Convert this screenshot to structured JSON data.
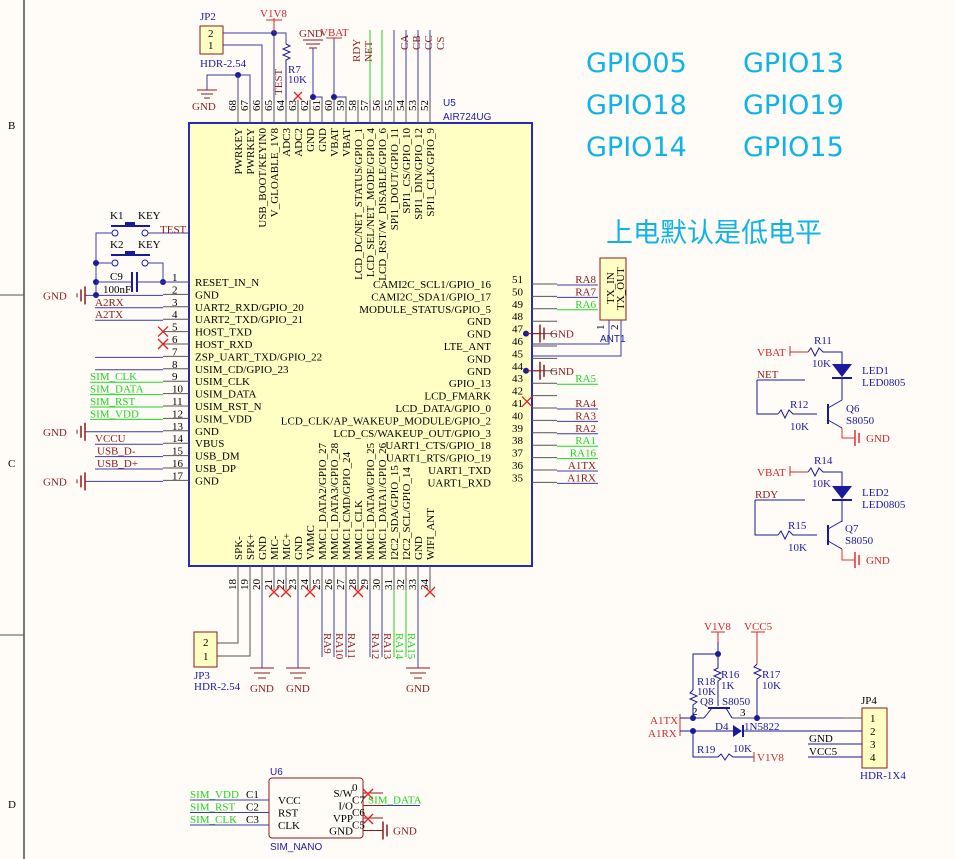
{
  "border": {
    "zones": [
      "B",
      "C",
      "D"
    ]
  },
  "notes": {
    "gpio_lines": [
      [
        "GPIO05",
        "GPIO13"
      ],
      [
        "GPIO18",
        "GPIO19"
      ],
      [
        "GPIO14",
        "GPIO15"
      ]
    ],
    "default_level": "上电默认是低电平"
  },
  "u5": {
    "designator": "U5",
    "part": "AIR724UG",
    "left_pins": [
      {
        "num": "1",
        "name": "RESET_IN_N",
        "net": ""
      },
      {
        "num": "2",
        "name": "GND",
        "net": "GND"
      },
      {
        "num": "3",
        "name": "UART2_RXD/GPIO_20",
        "net": "A2RX"
      },
      {
        "num": "4",
        "name": "UART2_TXD/GPIO_21",
        "net": "A2TX"
      },
      {
        "num": "5",
        "name": "HOST_TXD",
        "net": ""
      },
      {
        "num": "6",
        "name": "HOST_RXD",
        "net": ""
      },
      {
        "num": "7",
        "name": "ZSP_UART_TXD/GPIO_22",
        "net": ""
      },
      {
        "num": "8",
        "name": "USIM_CD/GPIO_23",
        "net": ""
      },
      {
        "num": "9",
        "name": "USIM_CLK",
        "net": "SIM_CLK"
      },
      {
        "num": "10",
        "name": "USIM_DATA",
        "net": "SIM_DATA"
      },
      {
        "num": "11",
        "name": "USIM_RST_N",
        "net": "SIM_RST"
      },
      {
        "num": "12",
        "name": "USIM_VDD",
        "net": "SIM_VDD"
      },
      {
        "num": "13",
        "name": "GND",
        "net": "GND"
      },
      {
        "num": "14",
        "name": "VBUS",
        "net": "VCCU"
      },
      {
        "num": "15",
        "name": "USB_DM",
        "net": "USB_D-"
      },
      {
        "num": "16",
        "name": "USB_DP",
        "net": "USB_D+"
      },
      {
        "num": "17",
        "name": "GND",
        "net": "GND"
      }
    ],
    "right_pins": [
      {
        "num": "51",
        "name": "CAMI2C_SCL1/GPIO_16",
        "net": "RA8"
      },
      {
        "num": "50",
        "name": "CAMI2C_SDA1/GPIO_17",
        "net": "RA7"
      },
      {
        "num": "49",
        "name": "MODULE_STATUS/GPIO_5",
        "net": "RA6"
      },
      {
        "num": "48",
        "name": "GND",
        "net": ""
      },
      {
        "num": "47",
        "name": "GND",
        "net": "GND"
      },
      {
        "num": "46",
        "name": "LTE_ANT",
        "net": ""
      },
      {
        "num": "45",
        "name": "GND",
        "net": ""
      },
      {
        "num": "44",
        "name": "GND",
        "net": "GND"
      },
      {
        "num": "43",
        "name": "GPIO_13",
        "net": "RA5"
      },
      {
        "num": "42",
        "name": "LCD_FMARK",
        "net": ""
      },
      {
        "num": "41",
        "name": "LCD_DATA/GPIO_0",
        "net": "RA4"
      },
      {
        "num": "40",
        "name": "LCD_CLK/AP_WAKEUP_MODULE/GPIO_2",
        "net": "RA3"
      },
      {
        "num": "39",
        "name": "LCD_CS/WAKEUP_OUT/GPIO_3",
        "net": "RA2"
      },
      {
        "num": "38",
        "name": "UART1_CTS/GPIO_18",
        "net": "RA1"
      },
      {
        "num": "37",
        "name": "UART1_RTS/GPIO_19",
        "net": "RA16"
      },
      {
        "num": "36",
        "name": "UART1_TXD",
        "net": "A1TX"
      },
      {
        "num": "35",
        "name": "UART1_RXD",
        "net": "A1RX"
      }
    ],
    "top_pins": [
      {
        "num": "68",
        "name": "PWRKEY"
      },
      {
        "num": "67",
        "name": "PWRKEY"
      },
      {
        "num": "66",
        "name": "USB_BOOT/KEYIN0"
      },
      {
        "num": "65",
        "name": "V_GLOABLE_1V8"
      },
      {
        "num": "64",
        "name": "ADC3"
      },
      {
        "num": "63",
        "name": "ADC2"
      },
      {
        "num": "62",
        "name": "GND"
      },
      {
        "num": "61",
        "name": "GND"
      },
      {
        "num": "60",
        "name": "VBAT"
      },
      {
        "num": "59",
        "name": "VBAT"
      },
      {
        "num": "58",
        "name": "LCD_DC/NET_STATUS/GPIO_1"
      },
      {
        "num": "57",
        "name": "LCD_SEL/NET_MODE/GPIO_4"
      },
      {
        "num": "56",
        "name": "LCD_RST/W_DISABLE/GPIO_6"
      },
      {
        "num": "55",
        "name": "SPI1_DOUT/GPIO_11"
      },
      {
        "num": "54",
        "name": "SPI1_CS/GPIO_10"
      },
      {
        "num": "53",
        "name": "SPI1_DIN/GPIO_12"
      },
      {
        "num": "52",
        "name": "SPI1_CLK/GPIO_9"
      }
    ],
    "top_nets": {
      "test": "TEST",
      "rdy": "RDY",
      "net": "NET",
      "ca": "CA",
      "cb": "CB",
      "cc": "CC",
      "cs": "CS"
    },
    "bottom_pins": [
      {
        "num": "18",
        "name": "SPK-"
      },
      {
        "num": "19",
        "name": "SPK+"
      },
      {
        "num": "20",
        "name": "GND"
      },
      {
        "num": "21",
        "name": "MIC-"
      },
      {
        "num": "22",
        "name": "MIC+"
      },
      {
        "num": "23",
        "name": "GND"
      },
      {
        "num": "24",
        "name": "VMMC"
      },
      {
        "num": "25",
        "name": "MMC1_DATA2/GPIO_27"
      },
      {
        "num": "26",
        "name": "MMC1_DATA3/GPIO_28"
      },
      {
        "num": "27",
        "name": "MMC1_CMD/GPIO_24"
      },
      {
        "num": "28",
        "name": "MMC1_CLK"
      },
      {
        "num": "29",
        "name": "MMC1_DATA0/GPIO_25"
      },
      {
        "num": "30",
        "name": "MMC1_DATA1/GPIO_26"
      },
      {
        "num": "31",
        "name": "I2C2_SDA/GPIO_15"
      },
      {
        "num": "32",
        "name": "I2C2_SCL/GPIO_14"
      },
      {
        "num": "33",
        "name": "GND"
      },
      {
        "num": "34",
        "name": "WIFI_ANT"
      }
    ],
    "bottom_nets": [
      "RA9",
      "RA10",
      "RA11",
      "RA12",
      "RA13",
      "RA14",
      "RA15"
    ]
  },
  "power": {
    "v1v8": "V1V8",
    "vbat": "VBAT",
    "gnd": "GND",
    "vcc5": "VCC5"
  },
  "jp2": {
    "designator": "JP2",
    "part": "HDR-2.54",
    "pins": [
      "2",
      "1"
    ]
  },
  "jp3": {
    "designator": "JP3",
    "part": "HDR-2.54",
    "pins": [
      "2",
      "1"
    ]
  },
  "jp4": {
    "designator": "JP4",
    "part": "HDR-1X4",
    "pins": [
      "1",
      "2",
      "3",
      "4"
    ],
    "nets": [
      "GND",
      "VCC5"
    ]
  },
  "r7": {
    "designator": "R7",
    "value": "10K"
  },
  "k1": {
    "designator": "K1",
    "part": "KEY"
  },
  "k2": {
    "designator": "K2",
    "part": "KEY"
  },
  "c9": {
    "designator": "C9",
    "value": "100nF"
  },
  "ant1": {
    "designator": "ANT1",
    "pins": [
      "TX_IN",
      "TX_OUT"
    ],
    "pin_nums": [
      "1",
      "2"
    ]
  },
  "led_circuits": [
    {
      "r_top": "R11",
      "r_top_val": "10K",
      "led": "LED1",
      "led_part": "LED0805",
      "net": "NET",
      "r_base": "R12",
      "r_base_val": "10K",
      "q": "Q6",
      "q_part": "S8050"
    },
    {
      "r_top": "R14",
      "r_top_val": "10K",
      "led": "LED2",
      "led_part": "LED0805",
      "net": "RDY",
      "r_base": "R15",
      "r_base_val": "10K",
      "q": "Q7",
      "q_part": "S8050"
    }
  ],
  "level_shift": {
    "r16": "R16",
    "r16_val": "1K",
    "r17": "R17",
    "r17_val": "10K",
    "r18": "R18",
    "r18_val": "10K",
    "r19": "R19",
    "r19_val": "10K",
    "q8": "Q8",
    "q8_part": "S8050",
    "d4": "D4",
    "d4_part": "1N5822",
    "a1tx": "A1TX",
    "a1rx": "A1RX",
    "pin_b": "2",
    "pin_c": "3"
  },
  "u6": {
    "designator": "U6",
    "part": "SIM_NANO",
    "left": [
      {
        "pin": "C1",
        "name": "VCC",
        "net": "SIM_VDD"
      },
      {
        "pin": "C2",
        "name": "RST",
        "net": "SIM_RST"
      },
      {
        "pin": "C3",
        "name": "CLK",
        "net": "SIM_CLK"
      }
    ],
    "right": [
      {
        "pin": "0",
        "name": "S/W",
        "net": ""
      },
      {
        "pin": "C7",
        "name": "I/O",
        "net": "SIM_DATA"
      },
      {
        "pin": "C6",
        "name": "VPP",
        "net": ""
      },
      {
        "pin": "C5",
        "name": "GND",
        "net": "GND"
      }
    ]
  }
}
